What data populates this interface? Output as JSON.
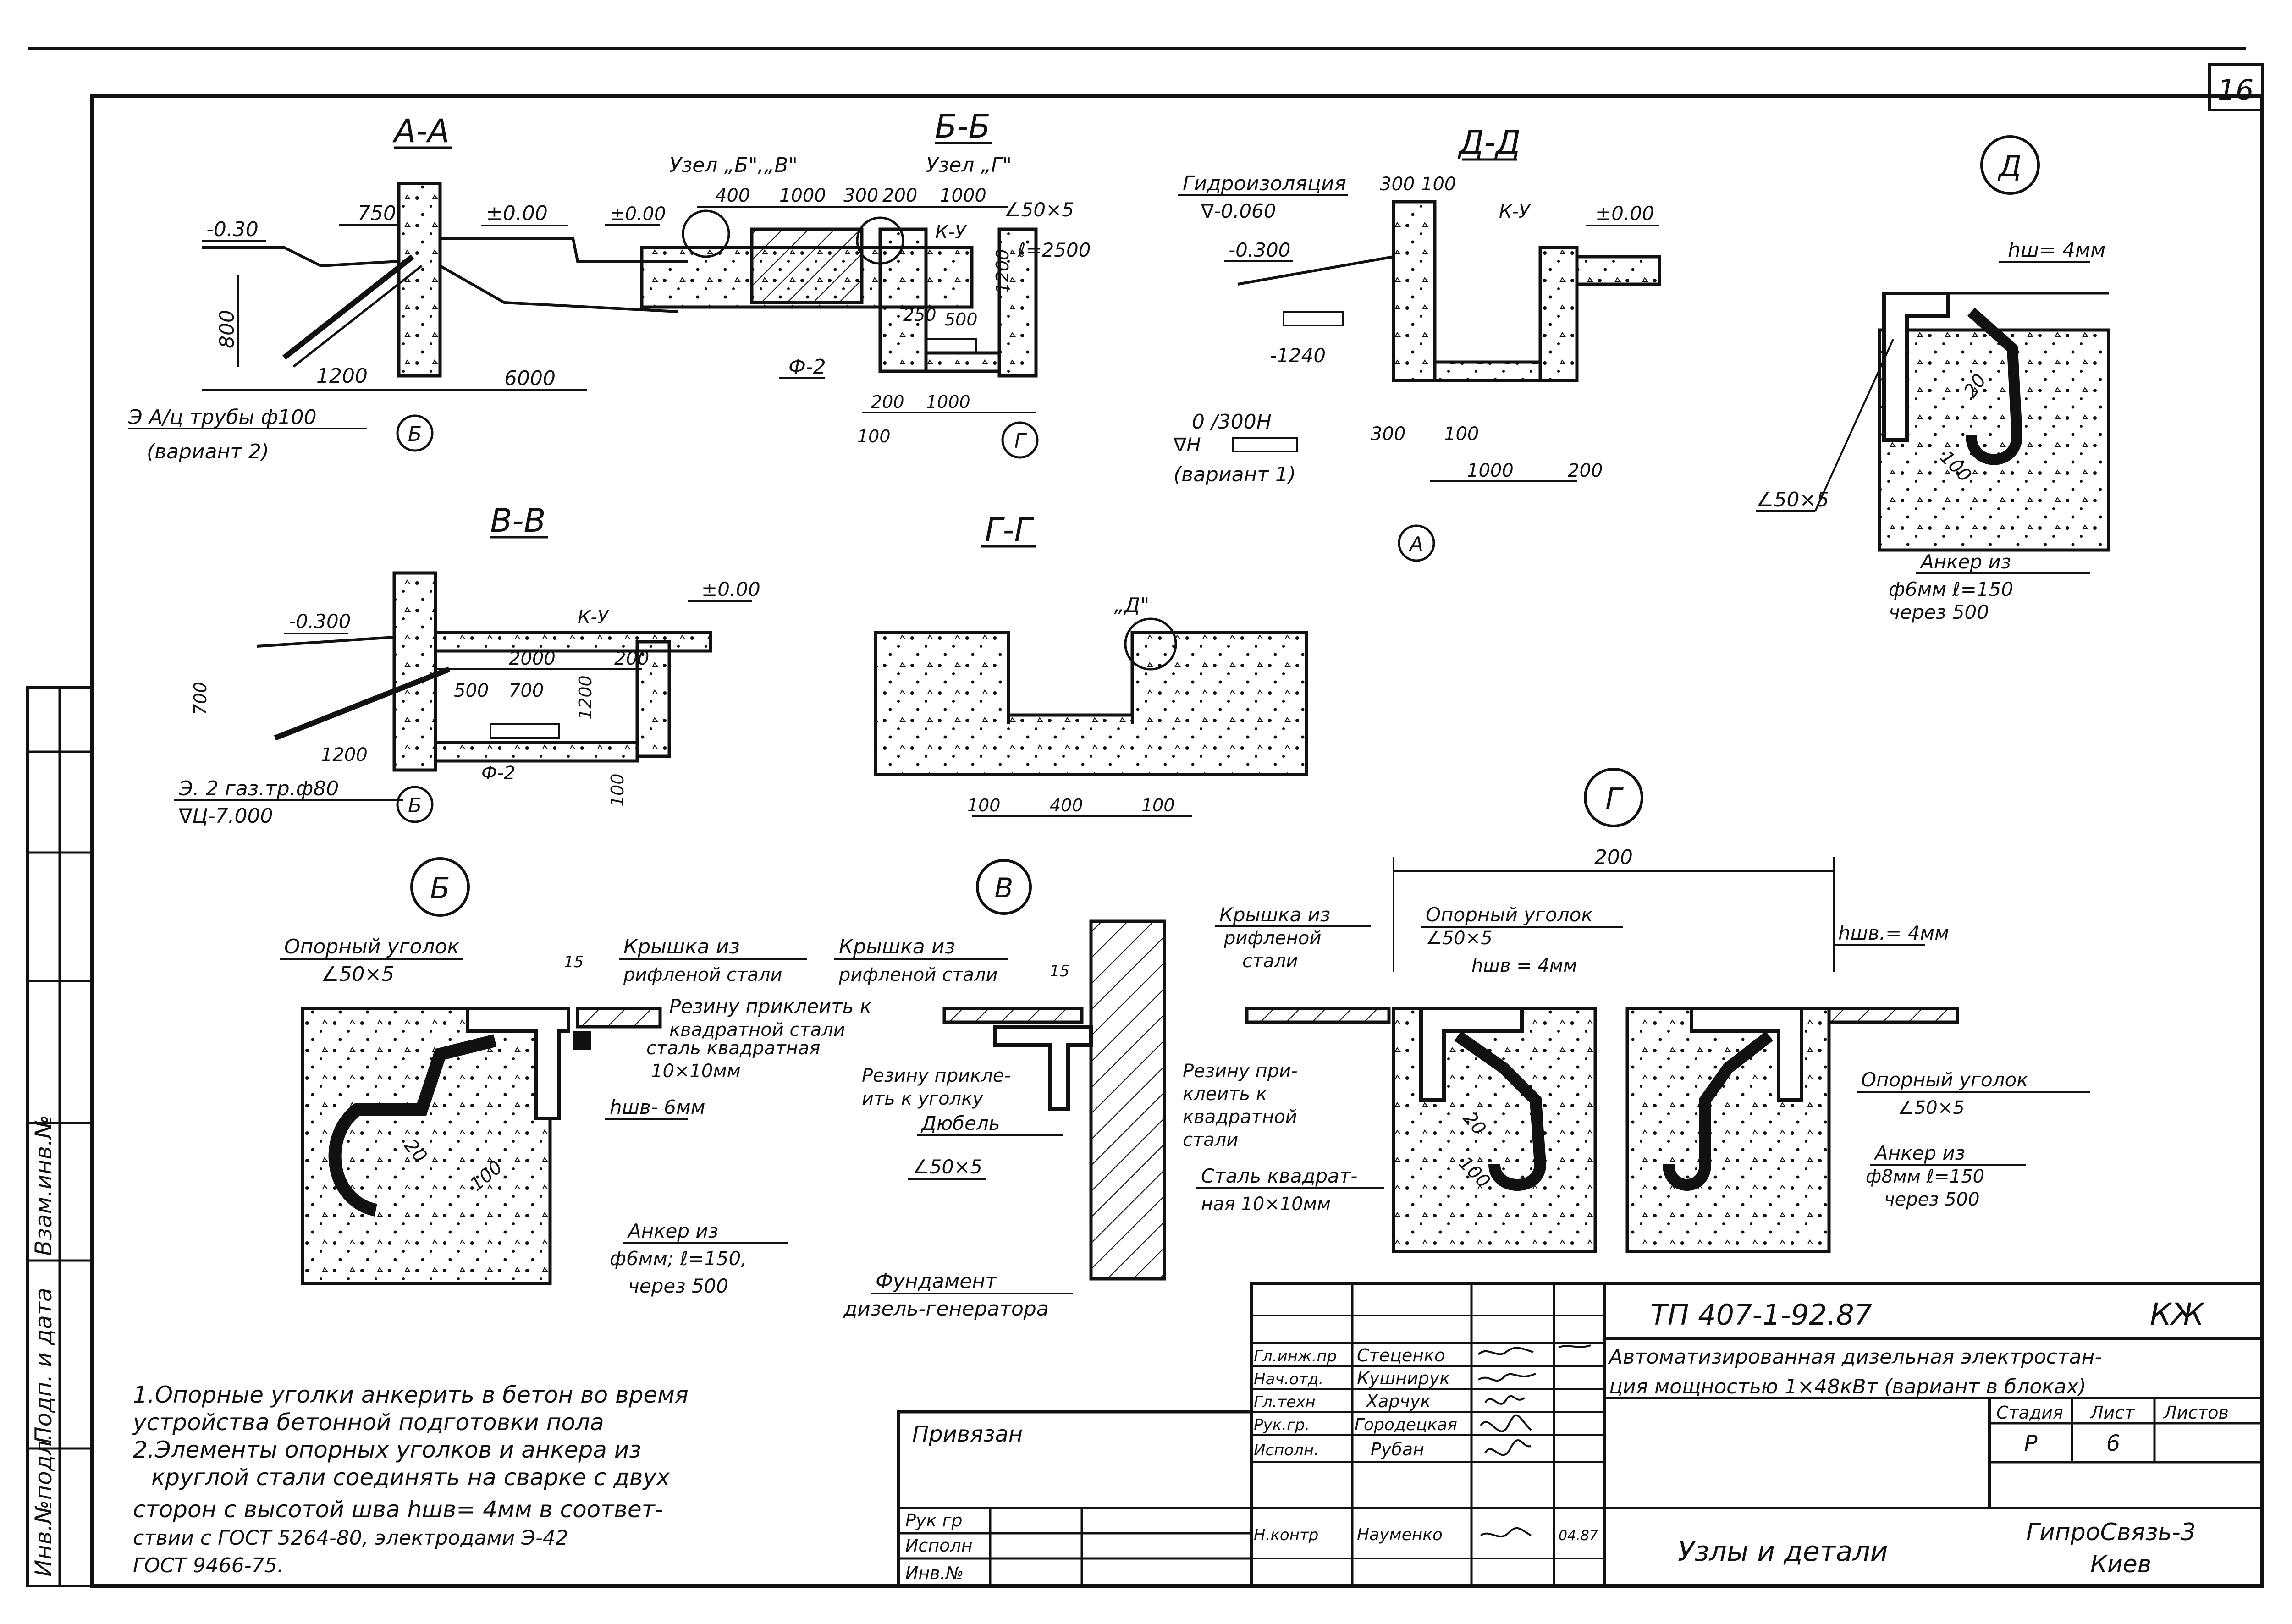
{
  "sheet": {
    "page_number": "16",
    "side_stamp": [
      "Инв.№подл.",
      "Подп. и дата",
      "Взам.инв.№"
    ]
  },
  "sections": {
    "aa": {
      "title": "А-А",
      "dims": [
        "750",
        "±0.00",
        "-0.30",
        "800",
        "1200",
        "6000"
      ],
      "note1": "Э  А/ц трубы ф100",
      "note2": "(вариант 2)",
      "marker": "Б"
    },
    "bb": {
      "title": "Б-Б",
      "uzel_bv": "Узел „Б\",„В\"",
      "uzel_g": "Узел „Г\"",
      "dims": [
        "400",
        "1000",
        "300",
        "200",
        "1000",
        "±0.00",
        "1200",
        "250",
        "500",
        "200",
        "1000",
        "100"
      ],
      "angle": "∠50×5",
      "length": "ℓ=2500",
      "ky": "К-У",
      "phi": "Ф-2",
      "marker": "Г"
    },
    "dd": {
      "title": "Д-Д",
      "hydro": "Гидроизоляция",
      "level": "∇-0.060",
      "dims": [
        "300",
        "100",
        "±0.00",
        "-0.300",
        "-1240",
        "300",
        "100",
        "1000",
        "200"
      ],
      "ky": "К-У",
      "note1": "0 /300Н",
      "note2": "∇Н",
      "note3": "(вариант 1)",
      "marker": "А"
    },
    "vv": {
      "title": "В-В",
      "dims": [
        "-0.300",
        "±0.00",
        "2000",
        "200",
        "500",
        "700",
        "1200",
        "1200",
        "700",
        "100"
      ],
      "ky": "К-У",
      "phi": "Ф-2",
      "note1": "Э. 2 газ.тр.ф80",
      "note2": "∇Ц-7.000",
      "marker": "Б"
    },
    "gg": {
      "title": "Г-Г",
      "node": "„Д\"",
      "dims": [
        "100",
        "400",
        "100"
      ]
    }
  },
  "details": {
    "d": {
      "label": "Д",
      "weld": "hш= 4мм",
      "dims": [
        "20",
        "100"
      ],
      "angle": "∠50×5",
      "anchor": [
        "Анкер из",
        "ф6мм  ℓ=150",
        "через 500"
      ]
    },
    "b": {
      "label": "Б",
      "support": "Опорный уголок",
      "angle": "∠50×5",
      "lid": [
        "Крышка из",
        "рифленой стали"
      ],
      "dim15": "15",
      "rubber": [
        "Резину приклеить к",
        "квадратной стали"
      ],
      "steel": [
        "сталь квадратная",
        "10×10мм"
      ],
      "weld": "hшв- 6мм",
      "dims": [
        "20",
        "100"
      ],
      "anchor": [
        "Анкер из",
        "ф6мм; ℓ=150,",
        "через 500"
      ]
    },
    "v": {
      "label": "В",
      "lid": [
        "Крышка из",
        "рифленой стали"
      ],
      "dim15": "15",
      "rubber": [
        "Резину прикле-",
        "ить к уголку"
      ],
      "dowel": "Дюбель",
      "angle": "∠50×5",
      "foundation": [
        "Фундамент",
        "дизель-генератора"
      ]
    },
    "g": {
      "label": "Г",
      "width": "200",
      "lid": [
        "Крышка из",
        "рифленой",
        "стали"
      ],
      "support": "Опорный уголок",
      "angle": "∠50×5",
      "weld": "hшв = 4мм",
      "weld2": "hшв.= 4мм",
      "rubber": [
        "Резину при-",
        "клеить к",
        "квадратной",
        "стали"
      ],
      "steel": [
        "Сталь квадрат-",
        "ная 10×10мм"
      ],
      "dims": [
        "20",
        "100"
      ],
      "support2": "Опорный уголок",
      "angle2": "∠50×5",
      "anchor": [
        "Анкер из",
        "ф8мм ℓ=150",
        "через 500"
      ]
    }
  },
  "notes": [
    "1.Опорные уголки анкерить в бетон во время",
    "устройства бетонной подготовки пола",
    "2.Элементы опорных уголков и анкера из",
    "круглой стали соединять на сварке с двух",
    "сторон с высотой шва  hшв= 4мм в соответ-",
    "ствии с ГОСТ 5264-80, электродами Э-42",
    "ГОСТ 9466-75."
  ],
  "title_block": {
    "doc_code": "ТП 407-1-92.87",
    "mark": "КЖ",
    "title_line1": "Автоматизированная дизельная электростан-",
    "title_line2": "ция мощностью 1×48кВт (вариант в блоках)",
    "sheet_title": "Узлы и детали",
    "org1": "ГипроСвязь-3",
    "org2": "Киев",
    "stage_header": "Стадия",
    "sheet_header": "Лист",
    "sheets_header": "Листов",
    "stage": "Р",
    "sheet_no": "6",
    "privyazan": "Привязан",
    "left_rows": [
      "Рук гр",
      "Исполн",
      "Инв.№"
    ],
    "roles": [
      "Гл.инж.пр",
      "Нач.отд.",
      "Гл.техн",
      "Рук.гр.",
      "Исполн.",
      "Н.контр"
    ],
    "names": [
      "Стеценко",
      "Кушнирук",
      "Харчук",
      "Городецкая",
      "Рубан",
      "Науменко"
    ],
    "date_n": "04.87"
  }
}
